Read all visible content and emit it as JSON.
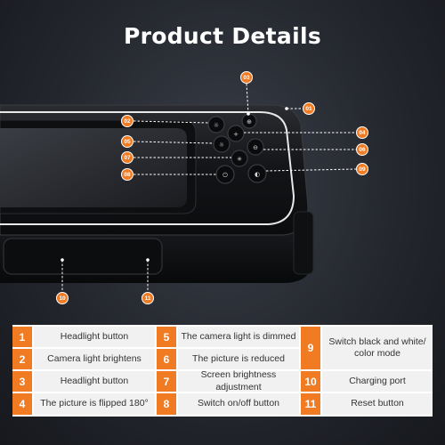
{
  "header": {
    "title": "Product Details"
  },
  "callouts": [
    "01",
    "02",
    "03",
    "04",
    "05",
    "06",
    "07",
    "08",
    "09",
    "10",
    "11"
  ],
  "colors": {
    "accent": "#f07b22",
    "background": "#22252c",
    "device": "#141518"
  },
  "table": [
    {
      "num": "1",
      "label": "Headlight button"
    },
    {
      "num": "2",
      "label": "Camera light brightens"
    },
    {
      "num": "3",
      "label": "Headlight button"
    },
    {
      "num": "4",
      "label": "The picture is flipped 180°"
    },
    {
      "num": "5",
      "label": "The camera light is dimmed"
    },
    {
      "num": "6",
      "label": "The picture is reduced"
    },
    {
      "num": "7",
      "label": "Screen brightness adjustment"
    },
    {
      "num": "8",
      "label": "Switch on/off button"
    },
    {
      "num": "9",
      "label": "Switch black and white/ color mode"
    },
    {
      "num": "10",
      "label": "Charging port"
    },
    {
      "num": "11",
      "label": "Reset button"
    }
  ]
}
